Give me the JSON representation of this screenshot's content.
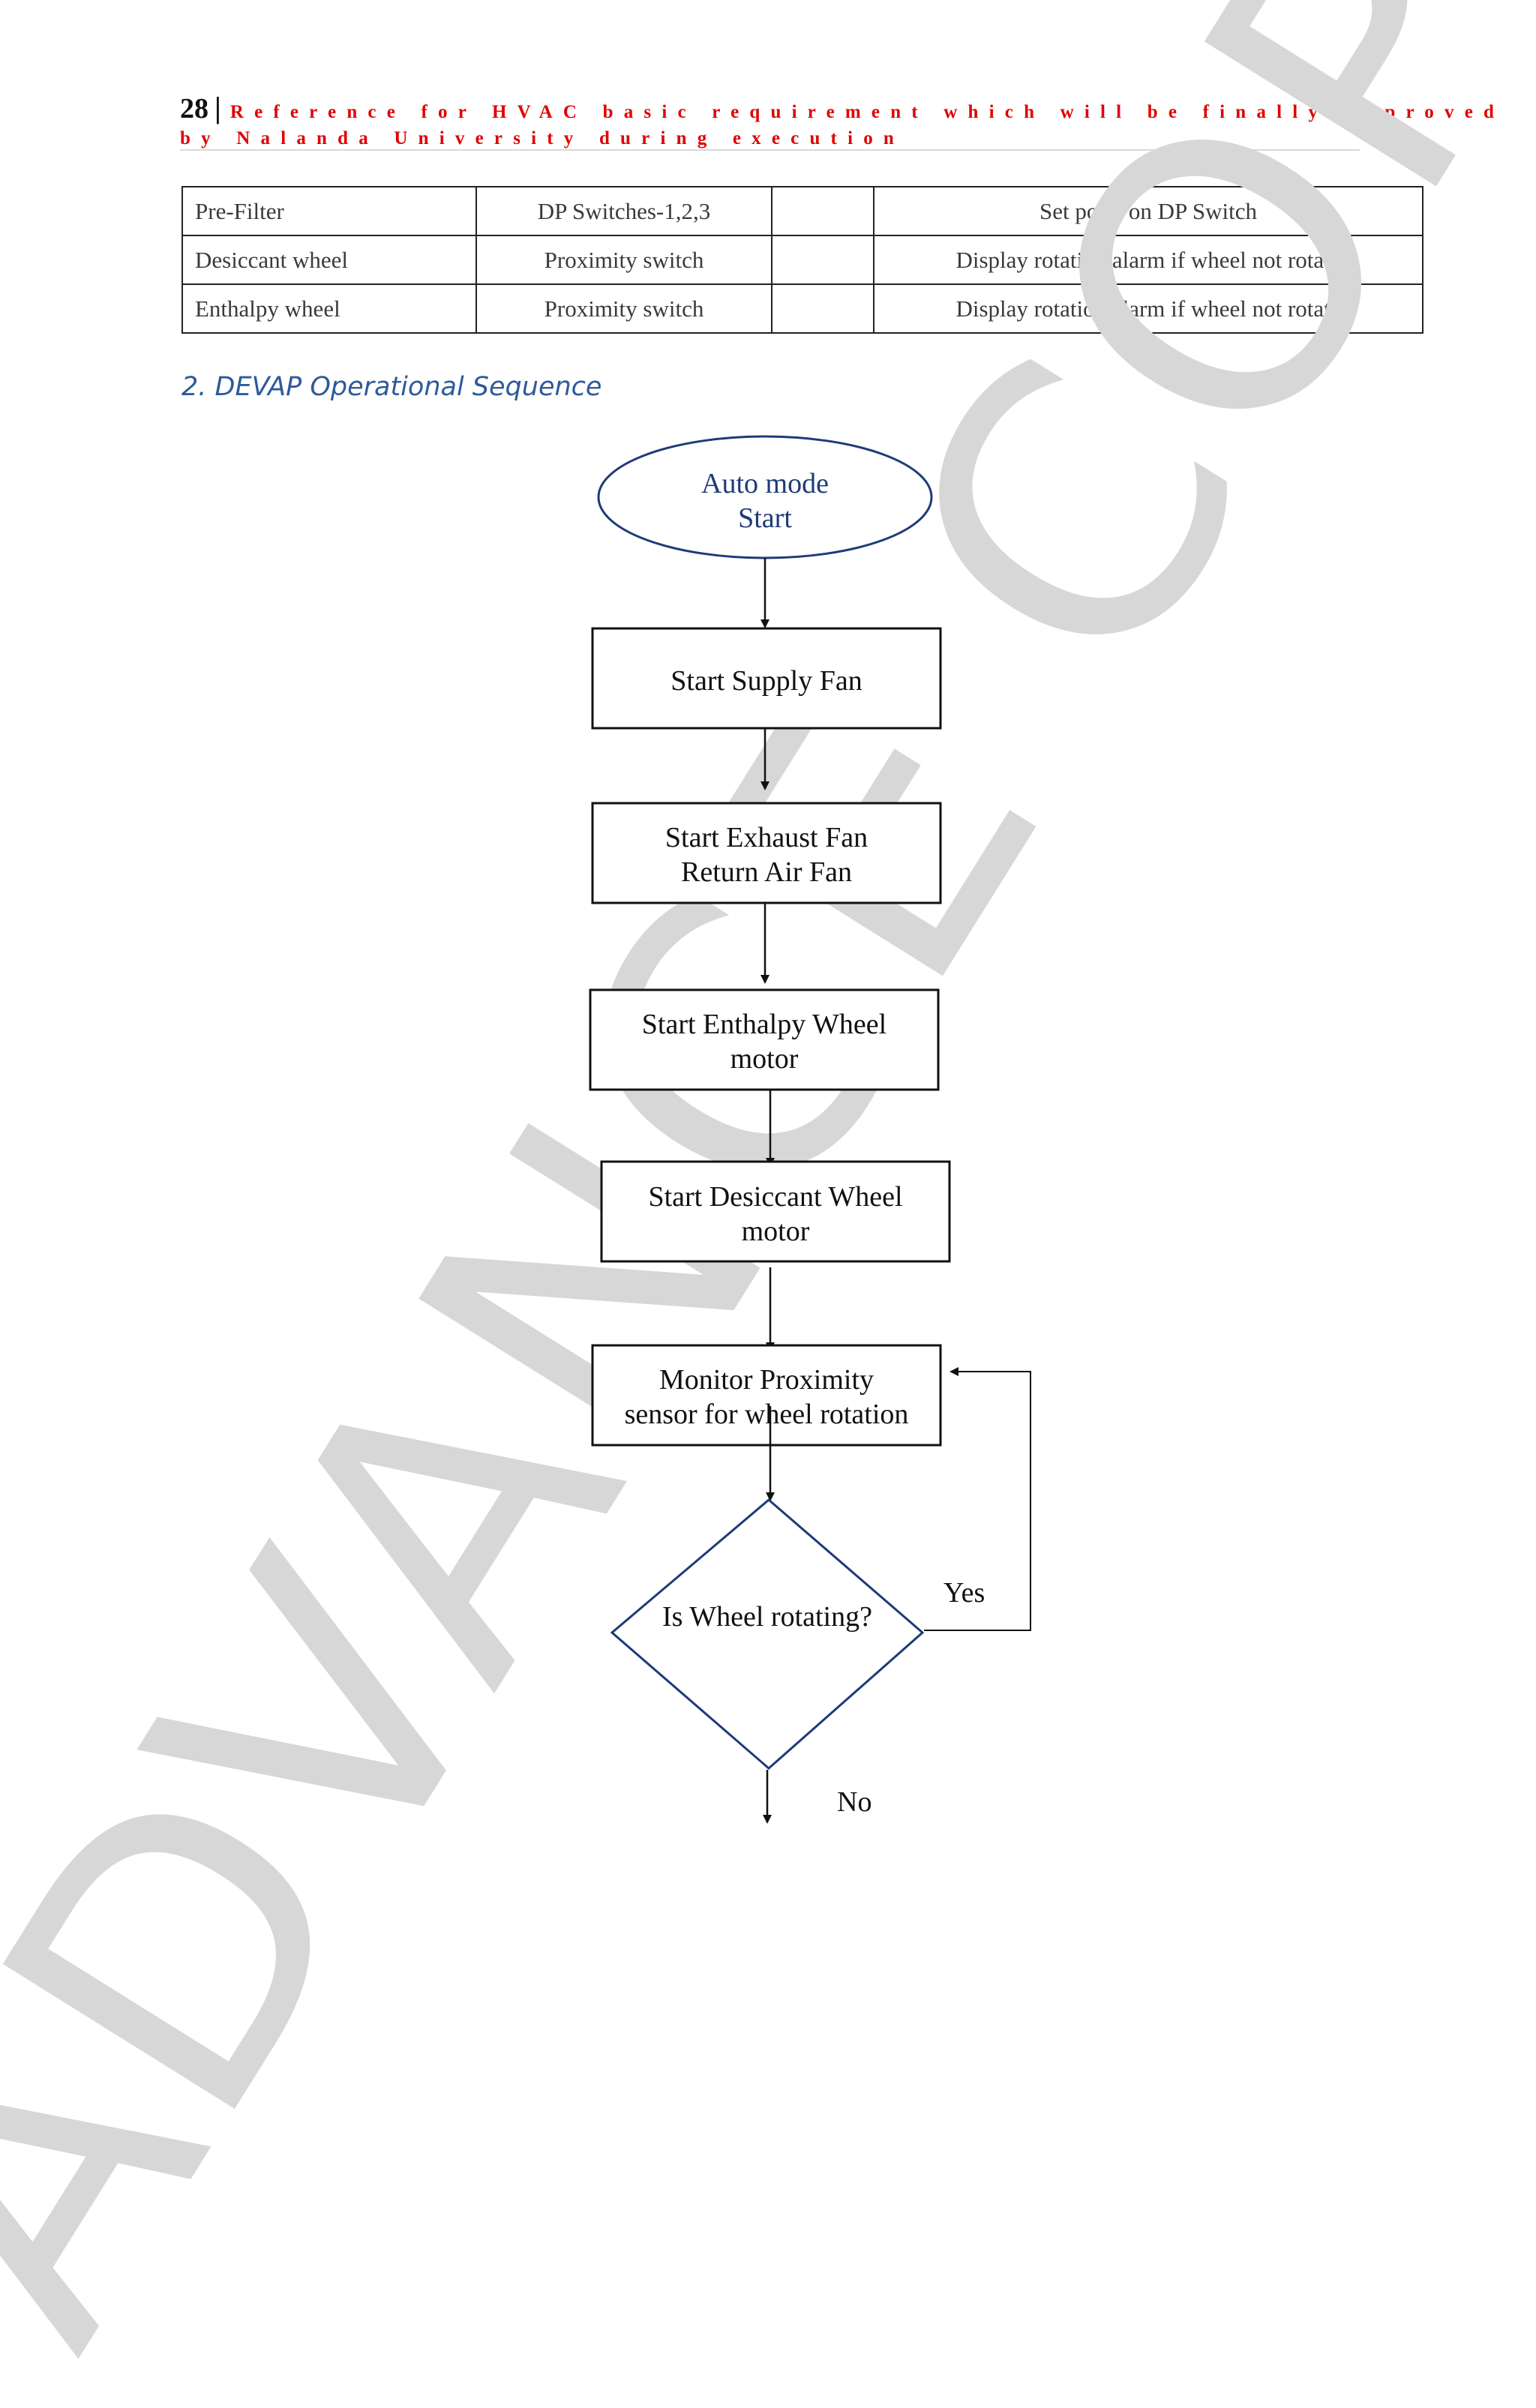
{
  "header": {
    "page_number": "28",
    "separator": "|",
    "title_line1": "Reference for HVAC basic requirement which will be finally approved",
    "title_line2": "by Nalanda University during execution"
  },
  "table": {
    "rows": [
      {
        "item": "Pre-Filter",
        "device": "DP Switches-1,2,3",
        "blank": "",
        "action": "Set point on DP Switch"
      },
      {
        "item": "Desiccant wheel",
        "device": "Proximity switch",
        "blank": "",
        "action": "Display rotation alarm if wheel not rotate"
      },
      {
        "item": "Enthalpy wheel",
        "device": "Proximity switch",
        "blank": "",
        "action": "Display rotation alarm if wheel not rotate"
      }
    ]
  },
  "section_heading": "2. DEVAP Operational Sequence",
  "watermark": "ADVANCE COPY",
  "flowchart": {
    "start": {
      "line1": "Auto mode",
      "line2": "Start"
    },
    "step1": {
      "line1": "Start Supply Fan"
    },
    "step2": {
      "line1": "Start Exhaust Fan",
      "line2": "Return Air Fan"
    },
    "step3": {
      "line1": "Start Enthalpy Wheel",
      "line2": "motor"
    },
    "step4": {
      "line1": "Start Desiccant Wheel",
      "line2": "motor"
    },
    "step5": {
      "line1": "Monitor Proximity",
      "line2": "sensor for wheel rotation"
    },
    "decision": {
      "label": "Is Wheel rotating?"
    },
    "yes_label": "Yes",
    "no_label": "No"
  },
  "colors": {
    "header_red": "#e00000",
    "heading_blue": "#2e5a9a",
    "ellipse_stroke": "#1f3a78",
    "watermark_gray": "#d7d7d7"
  }
}
